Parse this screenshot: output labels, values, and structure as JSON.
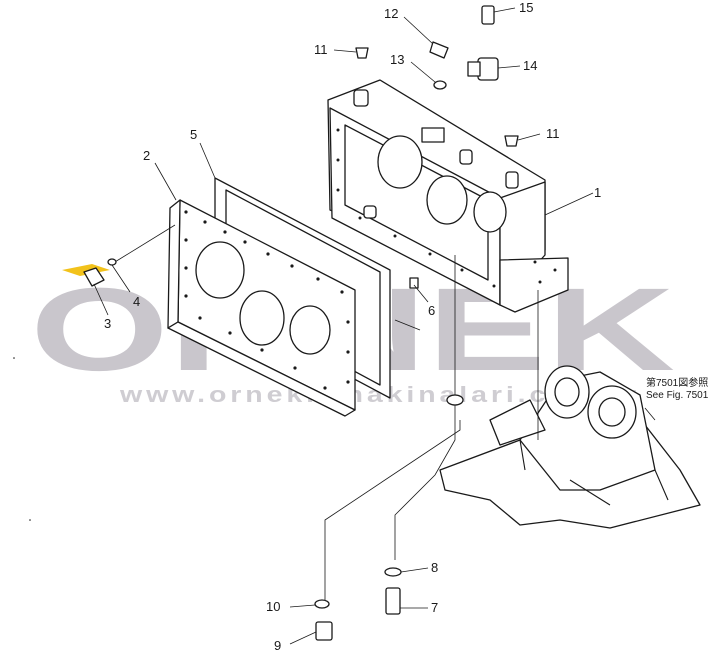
{
  "watermark": {
    "brand": "ORNEK",
    "url": "www.ornekismakinalari.com.tr"
  },
  "part_labels": [
    {
      "id": "p1",
      "text": "1"
    },
    {
      "id": "p2",
      "text": "2"
    },
    {
      "id": "p3",
      "text": "3"
    },
    {
      "id": "p4",
      "text": "4"
    },
    {
      "id": "p5",
      "text": "5"
    },
    {
      "id": "p6",
      "text": "6"
    },
    {
      "id": "p7",
      "text": "7"
    },
    {
      "id": "p8",
      "text": "8"
    },
    {
      "id": "p9",
      "text": "9"
    },
    {
      "id": "p10",
      "text": "10"
    },
    {
      "id": "p11a",
      "text": "11"
    },
    {
      "id": "p11b",
      "text": "11"
    },
    {
      "id": "p12",
      "text": "12"
    },
    {
      "id": "p13",
      "text": "13"
    },
    {
      "id": "p14",
      "text": "14"
    },
    {
      "id": "p15",
      "text": "15"
    }
  ],
  "reference_note": {
    "japanese": "第7501図参照",
    "english": "See Fig. 7501"
  }
}
